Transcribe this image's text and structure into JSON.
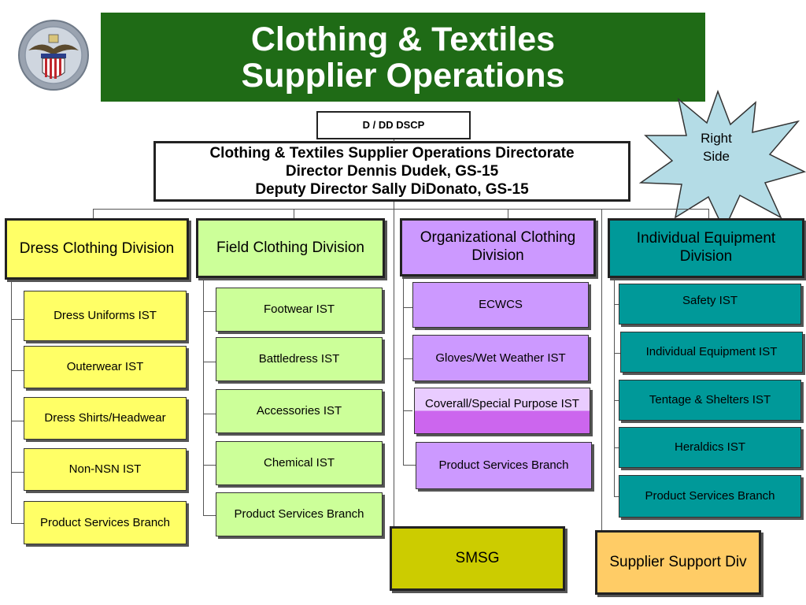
{
  "title": {
    "line1": "Clothing & Textiles",
    "line2": "Supplier Operations"
  },
  "top_box": "D / DD DSCP",
  "directorate": {
    "line1": "Clothing & Textiles Supplier Operations Directorate",
    "line2": "Director  Dennis Dudek, GS-15",
    "line3": "Deputy Director  Sally DiDonato, GS-15"
  },
  "callout": {
    "line1": "Right",
    "line2": "Side"
  },
  "divisions": [
    {
      "name": "Dress Clothing  Division",
      "items": [
        "Dress Uniforms IST",
        "Outerwear IST",
        "Dress Shirts/Headwear",
        "Non-NSN IST",
        "Product Services Branch"
      ]
    },
    {
      "name": "Field Clothing Division",
      "items": [
        "Footwear IST",
        "Battledress IST",
        "Accessories IST",
        "Chemical IST",
        "Product Services Branch"
      ]
    },
    {
      "name": "Organizational Clothing Division",
      "items": [
        "ECWCS",
        "Gloves/Wet Weather IST",
        "Coverall/Special Purpose IST",
        "Product Services Branch"
      ]
    },
    {
      "name": "Individual Equipment Division",
      "items": [
        "Safety IST",
        "Individual Equipment IST",
        "Tentage & Shelters IST",
        "Heraldics IST",
        "Product Services Branch"
      ]
    }
  ],
  "smsg": "SMSG",
  "supplier_support": "Supplier Support Div",
  "colors": {
    "title_bg": "#1f6b16",
    "dress": "#ffff66",
    "field": "#ccff99",
    "organizational": "#cc99ff",
    "individual": "#009999",
    "smsg": "#cccc00",
    "supplier_support": "#ffcc66",
    "callout": "#b4dce6"
  }
}
